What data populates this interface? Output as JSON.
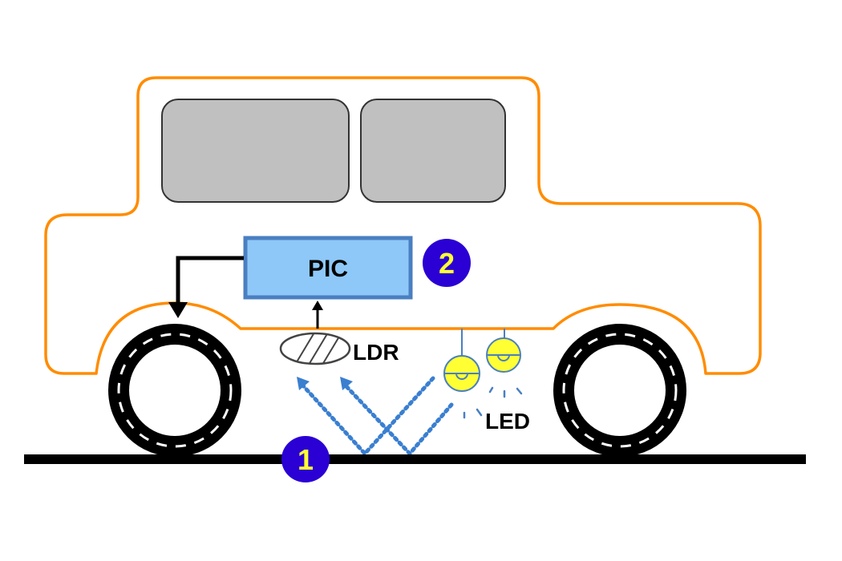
{
  "diagram": {
    "title": "",
    "colors": {
      "car_outline": "#FF8C00",
      "window_fill": "#C0C0C0",
      "window_stroke": "#333333",
      "pic_fill": "#8EC8F8",
      "pic_stroke": "#4A7FC1",
      "badge_fill": "#2A00D4",
      "badge_text": "#FFFF33",
      "led_fill": "#FFFF33",
      "led_stroke": "#4A7FC1",
      "light_ray": "#3A7FD0",
      "ground": "#000000",
      "wheel": "#000000"
    },
    "components": {
      "pic": {
        "label": "PIC"
      },
      "ldr": {
        "label": "LDR"
      },
      "led": {
        "label": "LED"
      }
    },
    "badges": [
      {
        "id": "1",
        "text": "1"
      },
      {
        "id": "2",
        "text": "2"
      }
    ]
  }
}
